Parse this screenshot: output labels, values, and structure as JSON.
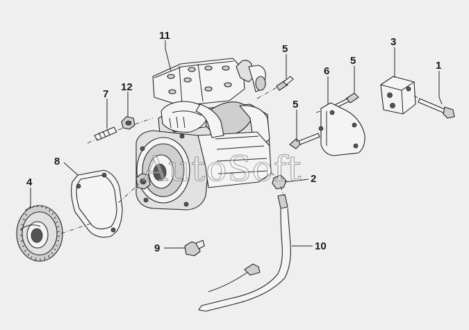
{
  "watermark": "AutoSoft",
  "callouts": [
    {
      "id": "11",
      "label": "11"
    },
    {
      "id": "5a",
      "label": "5"
    },
    {
      "id": "5b",
      "label": "5"
    },
    {
      "id": "5c",
      "label": "5"
    },
    {
      "id": "3",
      "label": "3"
    },
    {
      "id": "1",
      "label": "1"
    },
    {
      "id": "6",
      "label": "6"
    },
    {
      "id": "7",
      "label": "7"
    },
    {
      "id": "12",
      "label": "12"
    },
    {
      "id": "8",
      "label": "8"
    },
    {
      "id": "4",
      "label": "4"
    },
    {
      "id": "2",
      "label": "2"
    },
    {
      "id": "9",
      "label": "9"
    },
    {
      "id": "10",
      "label": "10"
    }
  ]
}
